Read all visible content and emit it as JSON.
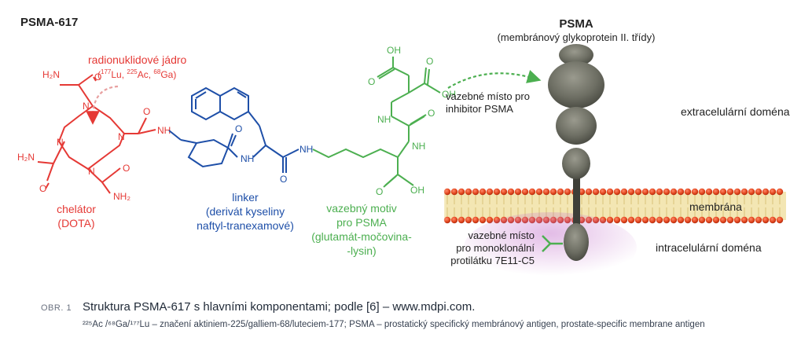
{
  "header": {
    "title": "PSMA-617"
  },
  "colors": {
    "dota": "#e53935",
    "linker": "#1e4fa8",
    "motif": "#4caf50",
    "gray": "#333333"
  },
  "dota": {
    "nucleus_label": "radionuklidové jádro",
    "isotopes": {
      "lu_mass": "177",
      "lu": "Lu, ",
      "ac_mass": "225",
      "ac": "Ac, ",
      "ga_mass": "68",
      "ga": "Ga)"
    },
    "chelator_label": "chelátor",
    "chelator_name": "(DOTA)",
    "atoms": {
      "h2n_top": "H₂N",
      "o_top": "O",
      "n1": "N",
      "n2": "N",
      "n3": "N",
      "n4": "N",
      "h2n_left": "H₂N",
      "o_left": "O",
      "o_bottom": "O",
      "nh2_bottom": "NH₂",
      "o_right": "O",
      "nh_link": "NH"
    }
  },
  "linker": {
    "label": "linker",
    "desc_line1": "(derivát kyseliny",
    "desc_line2": "naftyl-tranexamové)",
    "atoms": {
      "o_amide": "O",
      "nh_amide": "NH",
      "o_bottom": "O",
      "nh_lys": "NH"
    }
  },
  "motif": {
    "label_line1": "vazebný motiv",
    "label_line2": "pro PSMA",
    "label_line3": "(glutamát-močovina-",
    "label_line4": "-lysin)",
    "atoms": {
      "oh_top": "OH",
      "o_top": "O",
      "o_right": "O",
      "oh_right": "OH",
      "nh_upper": "NH",
      "o_urea": "O",
      "nh_lower": "NH",
      "o_bottom": "O",
      "oh_bottom": "OH"
    }
  },
  "psma": {
    "title": "PSMA",
    "subtitle": "(membránový glykoprotein II. třídy)",
    "binding_site_line1": "vazebné místo pro",
    "binding_site_line2": "inhibitor PSMA",
    "extracellular": "extracelulární doména",
    "membrane": "membrána",
    "intracellular": "intracelulární doména",
    "antibody_line1": "vazebné místo",
    "antibody_line2": "pro monoklonální",
    "antibody_line3": "protilátku 7E11-C5"
  },
  "caption": {
    "label": "OBR. 1",
    "title": "Struktura PSMA-617 s hlavními komponentami; podle [6] – www.mdpi.com.",
    "note": "²²⁵Ac /⁶⁸Ga/¹⁷⁷Lu – značení aktiniem-225/galliem-68/luteciem-177; PSMA – prostatický specifický membránový antigen, prostate-specific membrane antigen"
  }
}
